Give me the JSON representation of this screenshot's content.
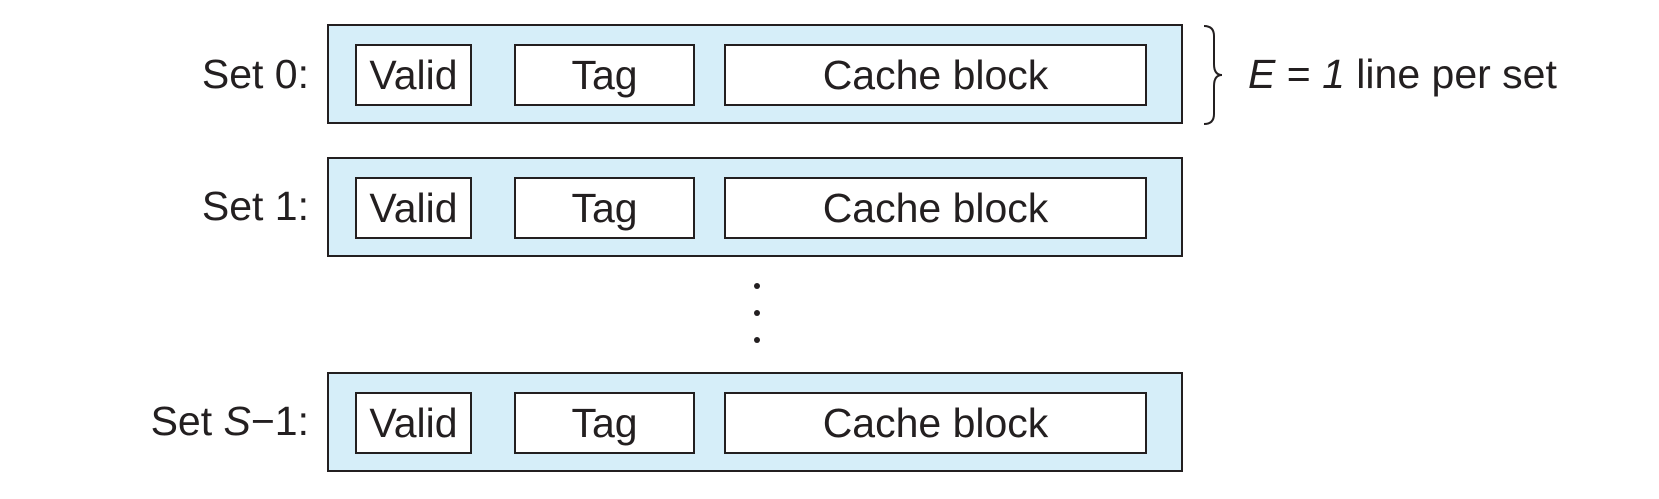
{
  "sets": [
    {
      "label_prefix": "Set ",
      "label_var": "",
      "label_suffix": "0:",
      "fields": {
        "valid": "Valid",
        "tag": "Tag",
        "block": "Cache block"
      }
    },
    {
      "label_prefix": "Set ",
      "label_var": "",
      "label_suffix": "1:",
      "fields": {
        "valid": "Valid",
        "tag": "Tag",
        "block": "Cache block"
      }
    },
    {
      "label_prefix": "Set ",
      "label_var": "S",
      "label_suffix": "−1:",
      "fields": {
        "valid": "Valid",
        "tag": "Tag",
        "block": "Cache block"
      }
    }
  ],
  "annotation": {
    "var": "E",
    "equals": " = ",
    "value": "1",
    "text": " line per set"
  },
  "colors": {
    "set_fill": "#d6eef9",
    "field_fill": "#ffffff",
    "ink": "#231f20"
  }
}
